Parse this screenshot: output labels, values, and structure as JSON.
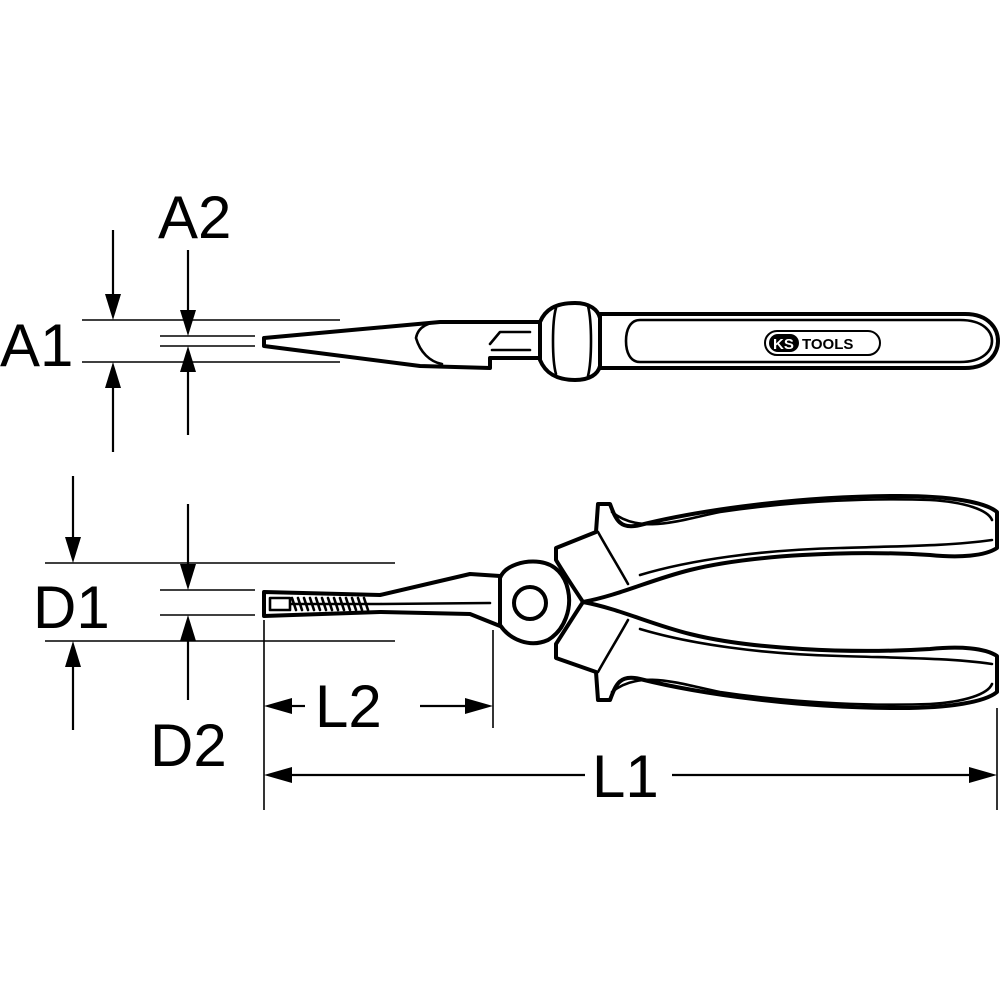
{
  "dimensions": {
    "a1": "A1",
    "a2": "A2",
    "d1": "D1",
    "d2": "D2",
    "l1": "L1",
    "l2": "L2"
  },
  "logo": {
    "brand_left": "KS",
    "brand_right": "TOOLS",
    "text_color": "#000000",
    "background": "#ffffff"
  },
  "views": [
    "pliers-side-view",
    "pliers-top-view"
  ]
}
